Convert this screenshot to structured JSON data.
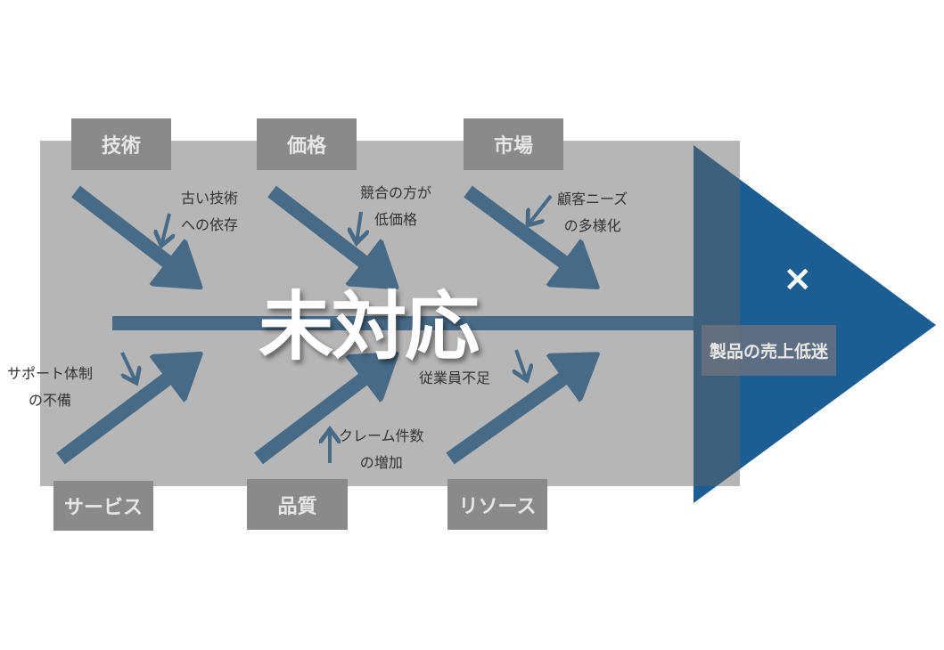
{
  "overlay_title": "未対応",
  "effect": {
    "label": "製品の売上低迷",
    "mark": "×"
  },
  "categories": {
    "top": [
      "技術",
      "価格",
      "市場"
    ],
    "bottom": [
      "サービス",
      "品質",
      "リソース"
    ]
  },
  "causes": {
    "tech": [
      "古い技術",
      "への依存"
    ],
    "price": [
      "競合の方が",
      "低価格"
    ],
    "market": [
      "顧客ニーズ",
      "の多様化"
    ],
    "service": [
      "サポート体制",
      "の不備"
    ],
    "quality": [
      "クレーム件数",
      "の増加"
    ],
    "resource": [
      "従業員不足"
    ]
  },
  "colors": {
    "arrow": "#476a87",
    "head": "#1c5d94",
    "overlay": "#b8b8b8",
    "box": "#8a8a8a"
  }
}
